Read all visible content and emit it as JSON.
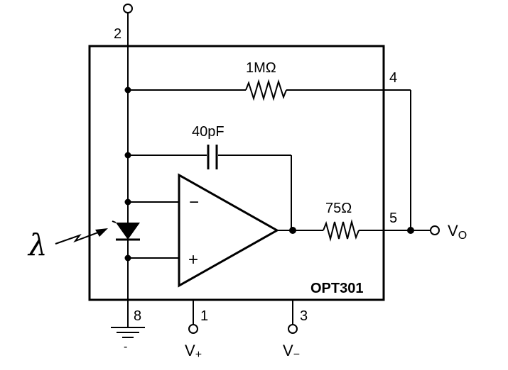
{
  "chip": {
    "name": "OPT301"
  },
  "components": {
    "r_feedback": "1MΩ",
    "c_feedback": "40pF",
    "r_output": "75Ω"
  },
  "pins": {
    "p1": "1",
    "p2": "2",
    "p3": "3",
    "p4": "4",
    "p5": "5",
    "p8": "8"
  },
  "opamp": {
    "inverting": "−",
    "noninverting": "+"
  },
  "terminals": {
    "vplus_main": "V",
    "vplus_sub": "+",
    "vminus_main": "V",
    "vminus_sub": "−",
    "vo_main": "V",
    "vo_sub": "O",
    "ground_minus": "-"
  },
  "light": {
    "symbol": "λ"
  }
}
